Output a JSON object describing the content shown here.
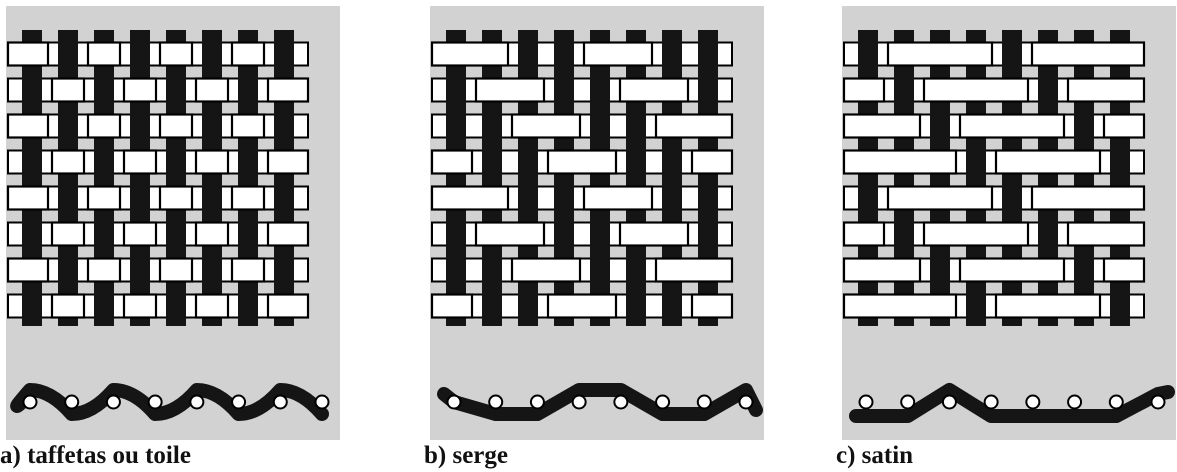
{
  "figure": {
    "background_color": "#d2d2d2",
    "warp_color": "#151515",
    "weft_color": "#ffffff",
    "panels": [
      {
        "id": "plain",
        "caption": "a) taffetas ou toile",
        "weave": "plain",
        "warp_count": 8,
        "weft_count": 8,
        "float_length": 1,
        "step": 1,
        "cross_section": "alternating"
      },
      {
        "id": "twill",
        "caption": "b) serge",
        "weave": "twill",
        "warp_count": 8,
        "weft_count": 8,
        "float_length": 2,
        "step": 1,
        "cross_section": "twill"
      },
      {
        "id": "satin",
        "caption": "c) satin",
        "weave": "satin",
        "warp_count": 8,
        "weft_count": 8,
        "float_length": 4,
        "step": 3,
        "cross_section": "satin"
      }
    ]
  }
}
